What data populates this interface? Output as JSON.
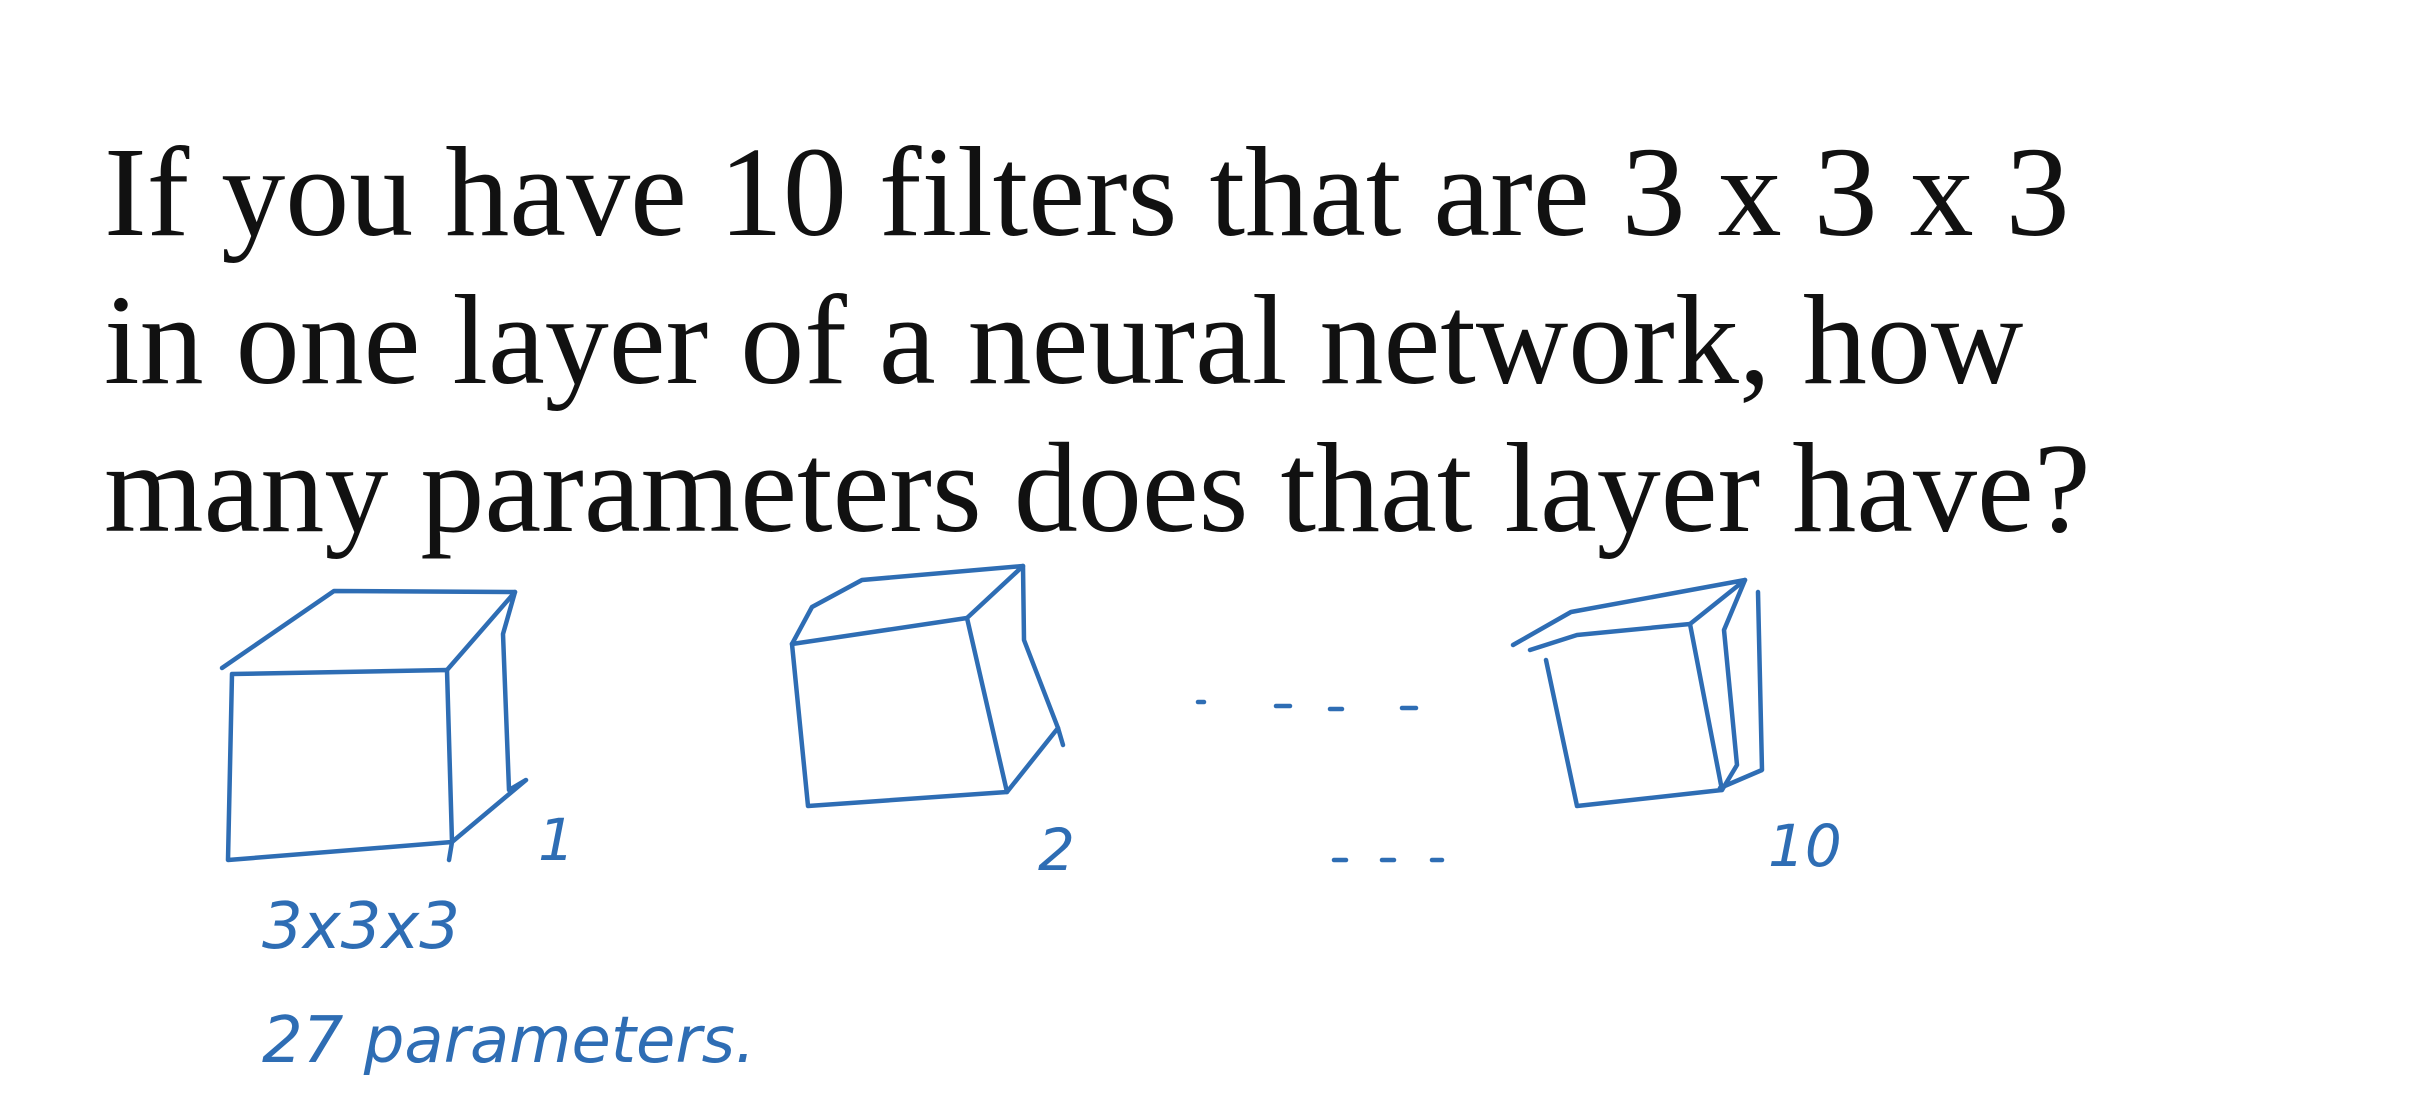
{
  "question": {
    "lines": [
      "If you have 10 filters that are 3 x 3 x 3",
      "in one layer of a neural network, how",
      "many parameters does that layer have?"
    ]
  },
  "annotations": {
    "ink_color": "#2e6db4",
    "filters": [
      {
        "label": "1"
      },
      {
        "label": "2"
      },
      {
        "label": "10"
      }
    ],
    "ellipsis": "- - -",
    "filter_size": "3x3x3",
    "param_count": "27 parameters."
  }
}
